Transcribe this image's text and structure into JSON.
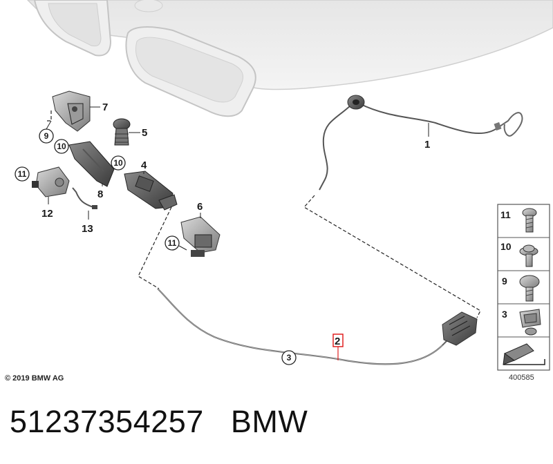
{
  "diagram": {
    "copyright": "© 2019 BMW AG",
    "diagram_number": "400585",
    "caption_part_number": "51237354257",
    "caption_brand": "BMW",
    "highlighted_item": "2",
    "callouts": {
      "c1": "1",
      "c2": "2",
      "c3": "3",
      "c4": "4",
      "c5": "5",
      "c6": "6",
      "c7": "7",
      "c8": "8",
      "c12": "12",
      "c13": "13"
    },
    "circled": {
      "c9": "9",
      "c10a": "10",
      "c10b": "10",
      "c11a": "11",
      "c11b": "11",
      "c3b": "3"
    },
    "fastener_panel": [
      {
        "label": "11",
        "icon": "torx-screw-icon"
      },
      {
        "label": "10",
        "icon": "washer-screw-icon"
      },
      {
        "label": "9",
        "icon": "flange-screw-icon"
      },
      {
        "label": "3",
        "icon": "clip-nut-icon"
      },
      {
        "label": "",
        "icon": "arrow-pointer-icon"
      }
    ]
  }
}
